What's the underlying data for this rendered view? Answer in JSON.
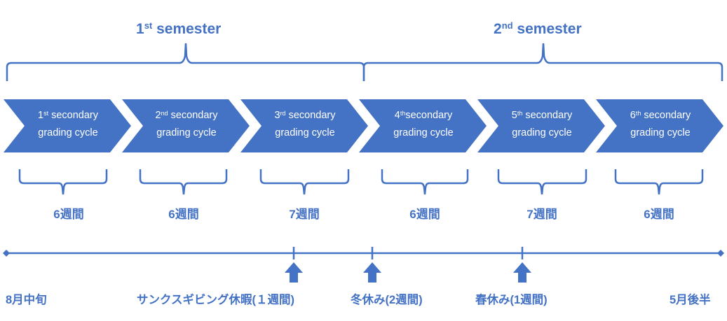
{
  "semesters": [
    {
      "num": "1",
      "sup": "st",
      "word": "semester"
    },
    {
      "num": "2",
      "sup": "nd",
      "word": "semester"
    }
  ],
  "cycles": [
    {
      "num": "1",
      "sup": "st",
      "line1": " secondary",
      "line2": "grading cycle",
      "weeks": "6週間"
    },
    {
      "num": "2",
      "sup": "nd",
      "line1": " secondary",
      "line2": "grading cycle",
      "weeks": "6週間"
    },
    {
      "num": "3",
      "sup": "rd",
      "line1": " secondary",
      "line2": "grading cycle",
      "weeks": "7週間"
    },
    {
      "num": "4",
      "sup": "th",
      "line1": "secondary",
      "line2": "grading cycle",
      "weeks": "6週間"
    },
    {
      "num": "5",
      "sup": "th",
      "line1": " secondary",
      "line2": "grading cycle",
      "weeks": "7週間"
    },
    {
      "num": "6",
      "sup": "th",
      "line1": " secondary",
      "line2": "grading cycle",
      "weeks": "6週間"
    }
  ],
  "timeline": {
    "start_label": "8月中旬",
    "end_label": "5月後半",
    "markers": [
      {
        "label": "サンクスギビング休暇(１週間)"
      },
      {
        "label": "冬休み(2週間)"
      },
      {
        "label": "春休み(1週間)"
      }
    ]
  },
  "colors": {
    "accent": "#4472c4",
    "text_on_accent": "#ffffff"
  }
}
